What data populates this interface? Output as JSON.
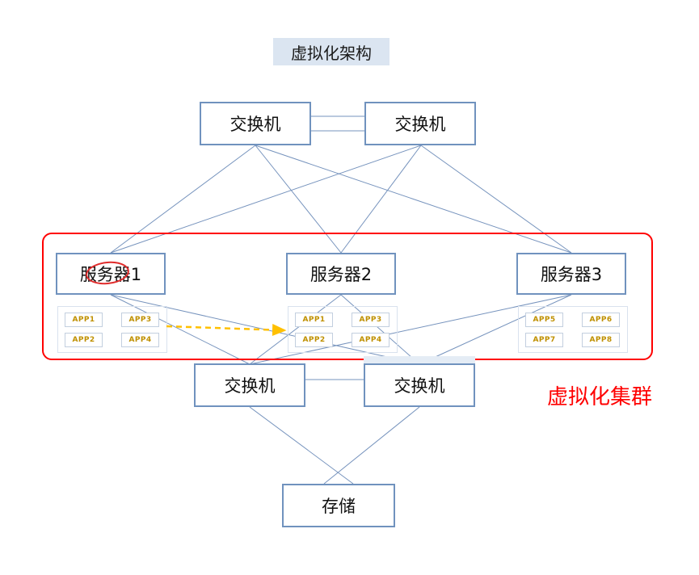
{
  "title": "虚拟化架构",
  "cluster": {
    "label": "虚拟化集群"
  },
  "nodes": {
    "top_switch_1": {
      "label": "交换机"
    },
    "top_switch_2": {
      "label": "交换机"
    },
    "server_1": {
      "label": "服务器1"
    },
    "server_2": {
      "label": "服务器2"
    },
    "server_3": {
      "label": "服务器3"
    },
    "bottom_switch_1": {
      "label": "交换机"
    },
    "bottom_switch_2": {
      "label": "交换机"
    },
    "storage": {
      "label": "存储"
    }
  },
  "apps": {
    "server_1": [
      "APP1",
      "APP3",
      "APP2",
      "APP4"
    ],
    "server_2": [
      "APP1",
      "APP3",
      "APP2",
      "APP4"
    ],
    "server_3": [
      "APP5",
      "APP6",
      "APP7",
      "APP8"
    ]
  },
  "colors": {
    "node_border": "#7092be",
    "connector_line": "#7693bd",
    "cluster_border": "#ff0000",
    "cluster_label": "#ff0000",
    "app_text": "#bf9000",
    "migration_arrow": "#ffc000",
    "title_background": "#dbe5f1",
    "highlight_ellipse": "#e02b2b"
  }
}
